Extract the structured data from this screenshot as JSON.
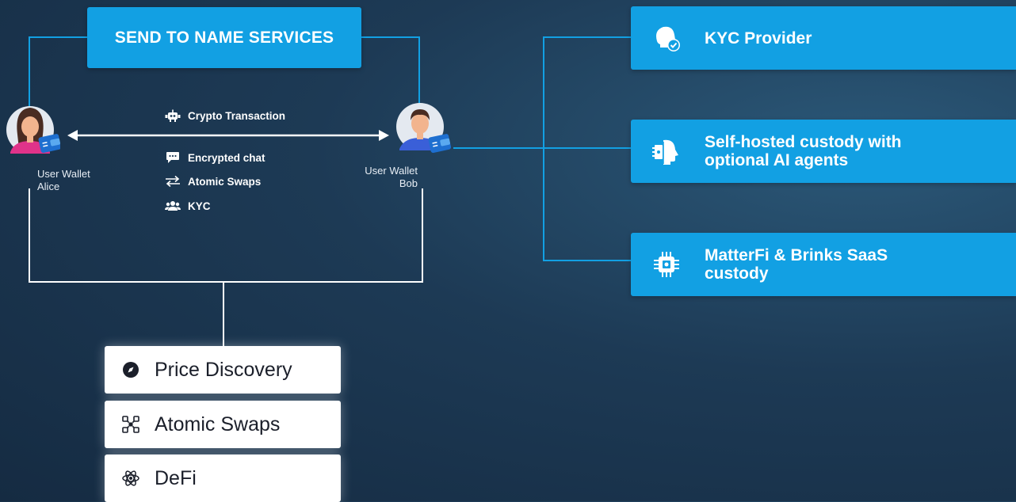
{
  "title": "SEND TO NAME SERVICES",
  "alice": {
    "line1": "User Wallet",
    "line2": "Alice"
  },
  "bob": {
    "line1": "User Wallet",
    "line2": "Bob"
  },
  "transaction": {
    "label": "Crypto Transaction",
    "icon": "robot-icon"
  },
  "features": [
    {
      "label": "Encrypted chat",
      "icon": "chat-icon"
    },
    {
      "label": "Atomic Swaps",
      "icon": "swap-arrows-icon"
    },
    {
      "label": "KYC",
      "icon": "users-icon"
    }
  ],
  "providers": [
    {
      "label": "KYC Provider",
      "icon": "verified-user-icon"
    },
    {
      "label_line1": "Self-hosted custody with",
      "label_line2": "optional AI agents",
      "icon": "ai-head-icon"
    },
    {
      "label_line1": "MatterFi & Brinks SaaS",
      "label_line2": "custody",
      "icon": "chip-icon"
    }
  ],
  "services": [
    {
      "label": "Price Discovery",
      "icon": "compass-icon"
    },
    {
      "label": "Atomic Swaps",
      "icon": "network-icon"
    },
    {
      "label": "DeFi",
      "icon": "atom-icon"
    }
  ],
  "colors": {
    "accent": "#12a0e3",
    "background": "#1d3a55",
    "line": "#ffffff"
  }
}
